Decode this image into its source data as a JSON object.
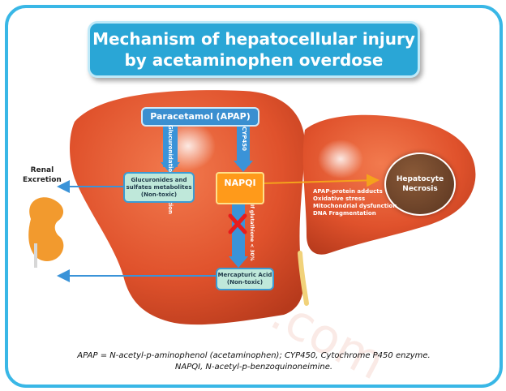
{
  "title": {
    "line1": "Mechanism of hepatocellular injury",
    "line2": "by acetaminophen overdose"
  },
  "nodes": {
    "apap": "Paracetamol (APAP)",
    "conjugation": "Glucuronidation & Sulfation",
    "cyp": "CYP450",
    "conjugates_line1": "Glucuronides and",
    "conjugates_line2": "sulfates metabolites",
    "conjugates_line3": "(Non-toxic)",
    "napqi": "NAPQI",
    "glutathione": "If glutathione < 30%",
    "mercapturic_line1": "Mercapturic Acid",
    "mercapturic_line2": "(Non-toxic)",
    "necrosis_line1": "Hepatocyte",
    "necrosis_line2": "Necrosis",
    "renal_line1": "Renal",
    "renal_line2": "Excretion"
  },
  "effects": [
    "APAP-protein adducts",
    "Oxidative stress",
    "Mitochondrial dysfunction",
    "DNA Fragmentation"
  ],
  "footer": {
    "line1": "APAP = N-acetyl-p-aminophenol (acetaminophen); CYP450, Cytochrome P450 enzyme.",
    "line2": "NAPQI, N-acetyl-p-benzoquinoneimine."
  },
  "colors": {
    "frame": "#39b7e6",
    "title_bg": "#2aa6d6",
    "liver": "#e0522c",
    "arrow_blue": "#3a93d8",
    "arrow_orange": "#f5a21c",
    "cross": "#e81c1c",
    "kidney": "#f29a2e"
  }
}
